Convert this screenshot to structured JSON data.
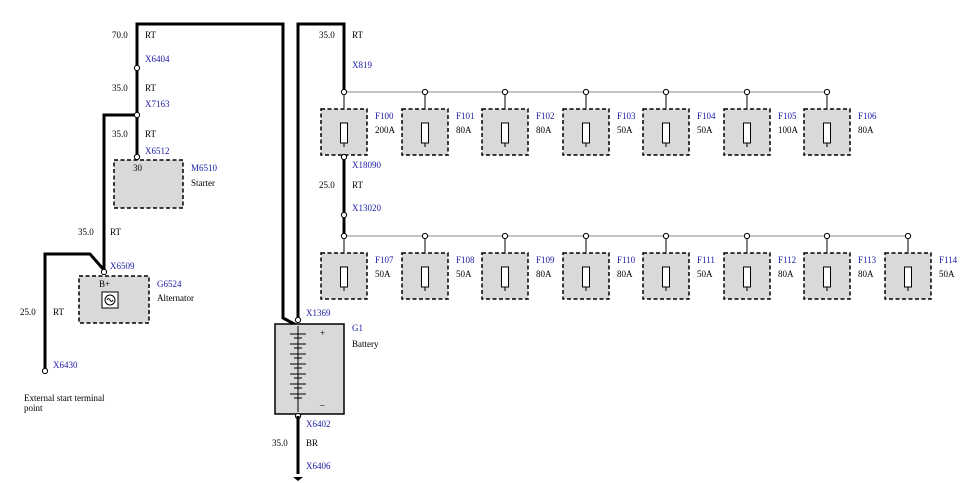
{
  "wires": {
    "w_70": {
      "size": "70.0",
      "color": "RT"
    },
    "w_35_a": {
      "size": "35.0",
      "color": "RT"
    },
    "w_35_b": {
      "size": "35.0",
      "color": "RT"
    },
    "w_35_c": {
      "size": "35.0",
      "color": "RT"
    },
    "w_35_d": {
      "size": "35.0",
      "color": "RT"
    },
    "w_25_a": {
      "size": "25.0",
      "color": "RT"
    },
    "w_25_b": {
      "size": "25.0",
      "color": "RT"
    },
    "w_35_br": {
      "size": "35.0",
      "color": "BR"
    }
  },
  "connectors": {
    "x6404": "X6404",
    "x7163": "X7163",
    "x6512": "X6512",
    "x6509": "X6509",
    "x6430": "X6430",
    "x1369": "X1369",
    "x6402": "X6402",
    "x6406": "X6406",
    "x819": "X819",
    "x18090": "X18090",
    "x13020": "X13020"
  },
  "components": {
    "starter": {
      "id": "M6510",
      "name": "Starter",
      "pin": "30"
    },
    "alternator": {
      "id": "G6524",
      "name": "Alternator",
      "pin": "B+"
    },
    "battery": {
      "id": "G1",
      "name": "Battery",
      "plus": "+",
      "minus": "–"
    },
    "ext_start": {
      "line1": "External start terminal",
      "line2": "point"
    }
  },
  "fuses_row1": [
    {
      "id": "F100",
      "rating": "200A"
    },
    {
      "id": "F101",
      "rating": "80A"
    },
    {
      "id": "F102",
      "rating": "80A"
    },
    {
      "id": "F103",
      "rating": "50A"
    },
    {
      "id": "F104",
      "rating": "50A"
    },
    {
      "id": "F105",
      "rating": "100A"
    },
    {
      "id": "F106",
      "rating": "80A"
    }
  ],
  "fuses_row2": [
    {
      "id": "F107",
      "rating": "50A"
    },
    {
      "id": "F108",
      "rating": "50A"
    },
    {
      "id": "F109",
      "rating": "80A"
    },
    {
      "id": "F110",
      "rating": "80A"
    },
    {
      "id": "F111",
      "rating": "50A"
    },
    {
      "id": "F112",
      "rating": "80A"
    },
    {
      "id": "F113",
      "rating": "80A"
    },
    {
      "id": "F114",
      "rating": "50A"
    }
  ]
}
